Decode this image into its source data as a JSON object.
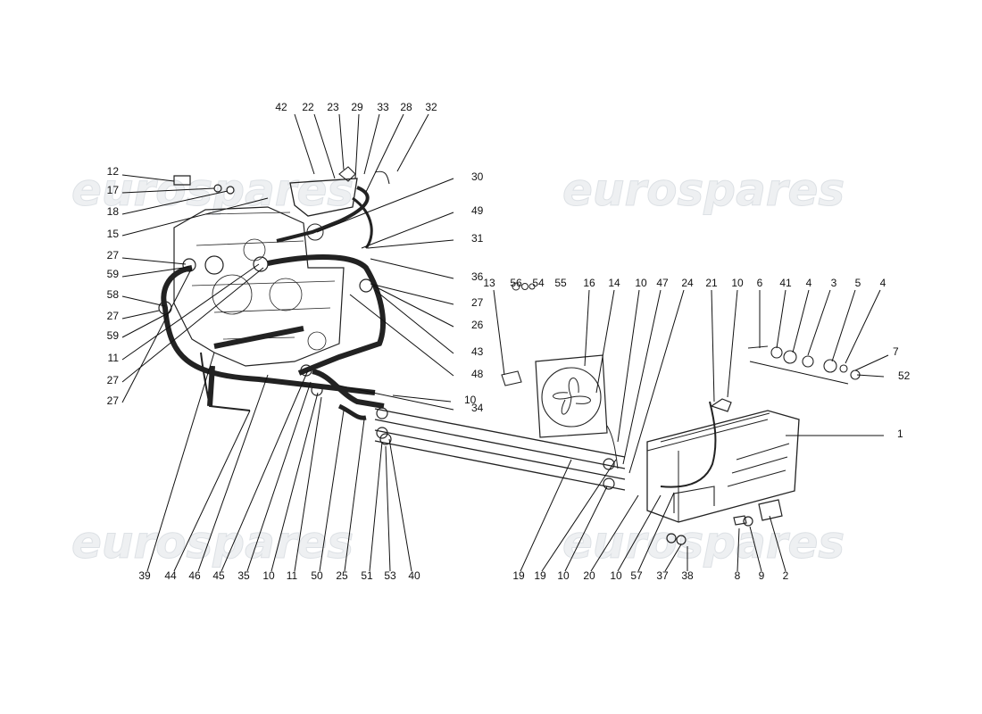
{
  "watermarks": [
    "eurospares",
    "eurospares",
    "eurospares",
    "eurospares"
  ],
  "callouts": [
    "42",
    "22",
    "23",
    "29",
    "33",
    "28",
    "32",
    "30",
    "49",
    "31",
    "36",
    "27",
    "26",
    "43",
    "48",
    "34",
    "12",
    "17",
    "18",
    "15",
    "27",
    "59",
    "58",
    "27",
    "59",
    "11",
    "27",
    "27",
    "13",
    "56",
    "54",
    "55",
    "16",
    "14",
    "10",
    "47",
    "24",
    "21",
    "10",
    "6",
    "41",
    "4",
    "3",
    "5",
    "4",
    "7",
    "52",
    "10",
    "1",
    "39",
    "44",
    "46",
    "45",
    "35",
    "10",
    "11",
    "50",
    "25",
    "51",
    "53",
    "40",
    "19",
    "19",
    "10",
    "20",
    "10",
    "57",
    "37",
    "38",
    "8",
    "9",
    "2"
  ],
  "colors": {
    "ink": "#111111",
    "watermark_fill": "#eef0f2",
    "watermark_stroke": "#dde1e5"
  }
}
